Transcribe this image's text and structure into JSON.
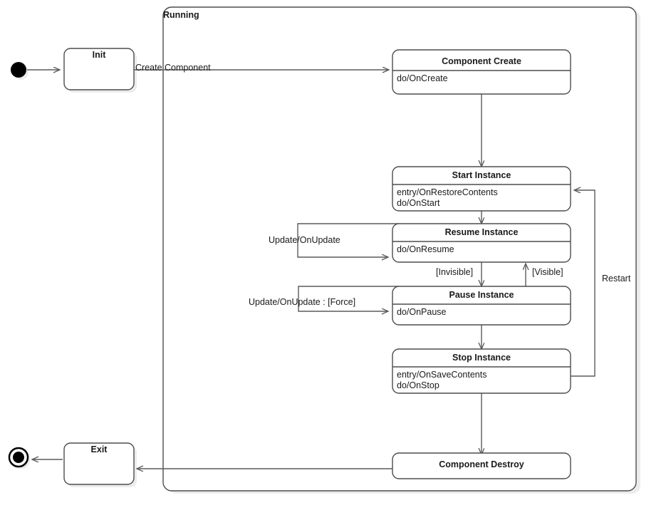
{
  "diagram": {
    "type": "uml-state-machine",
    "composite_state": {
      "label": "Running"
    },
    "colors": {
      "stroke": "#5a5a5a",
      "state_stroke": "#4d4d4d",
      "text": "#1a1a1a",
      "background": "#ffffff",
      "shadow": "#eeeeee",
      "initial_fill": "#000000"
    },
    "pseudostates": [
      {
        "name": "initial-state",
        "kind": "initial"
      },
      {
        "name": "final-state",
        "kind": "final"
      }
    ],
    "states": [
      {
        "id": "init",
        "title": "Init",
        "body": [],
        "title_align": "center"
      },
      {
        "id": "exit",
        "title": "Exit",
        "body": [],
        "title_align": "center"
      },
      {
        "id": "component_create",
        "title": "Component Create",
        "body": [
          "do/OnCreate"
        ]
      },
      {
        "id": "start_instance",
        "title": "Start Instance",
        "body": [
          "entry/OnRestoreContents",
          "do/OnStart"
        ]
      },
      {
        "id": "resume_instance",
        "title": "Resume Instance",
        "body": [
          "do/OnResume"
        ]
      },
      {
        "id": "pause_instance",
        "title": "Pause Instance",
        "body": [
          "do/OnPause"
        ]
      },
      {
        "id": "stop_instance",
        "title": "Stop Instance",
        "body": [
          "entry/OnSaveContents",
          "do/OnStop"
        ]
      },
      {
        "id": "component_destroy",
        "title": "Component Destroy",
        "body": []
      }
    ],
    "transitions": [
      {
        "from": "initial-state",
        "to": "init",
        "label": ""
      },
      {
        "from": "init",
        "to": "component_create",
        "label": "Create Component"
      },
      {
        "from": "component_create",
        "to": "start_instance",
        "label": ""
      },
      {
        "from": "start_instance",
        "to": "resume_instance",
        "label": ""
      },
      {
        "from": "resume_instance",
        "to": "resume_instance",
        "label": "Update/OnUpdate"
      },
      {
        "from": "resume_instance",
        "to": "pause_instance",
        "label": "[Invisible]"
      },
      {
        "from": "pause_instance",
        "to": "resume_instance",
        "label": "[Visible]"
      },
      {
        "from": "pause_instance",
        "to": "pause_instance",
        "label": "Update/OnUpdate :  [Force]"
      },
      {
        "from": "pause_instance",
        "to": "stop_instance",
        "label": ""
      },
      {
        "from": "stop_instance",
        "to": "start_instance",
        "label": "Restart"
      },
      {
        "from": "stop_instance",
        "to": "component_destroy",
        "label": ""
      },
      {
        "from": "component_destroy",
        "to": "exit",
        "label": ""
      },
      {
        "from": "exit",
        "to": "final-state",
        "label": ""
      }
    ],
    "edge_labels": {
      "create_component": "Create Component",
      "update_on_update": "Update/OnUpdate",
      "update_on_update_force": "Update/OnUpdate :  [Force]",
      "invisible": "[Invisible]",
      "visible": "[Visible]",
      "restart": "Restart"
    },
    "state_titles": {
      "init": "Init",
      "exit": "Exit",
      "component_create": "Component Create",
      "start_instance": "Start Instance",
      "resume_instance": "Resume Instance",
      "pause_instance": "Pause Instance",
      "stop_instance": "Stop Instance",
      "component_destroy": "Component Destroy"
    },
    "state_bodies": {
      "component_create_1": "do/OnCreate",
      "start_instance_1": "entry/OnRestoreContents",
      "start_instance_2": "do/OnStart",
      "resume_instance_1": "do/OnResume",
      "pause_instance_1": "do/OnPause",
      "stop_instance_1": "entry/OnSaveContents",
      "stop_instance_2": "do/OnStop"
    }
  }
}
